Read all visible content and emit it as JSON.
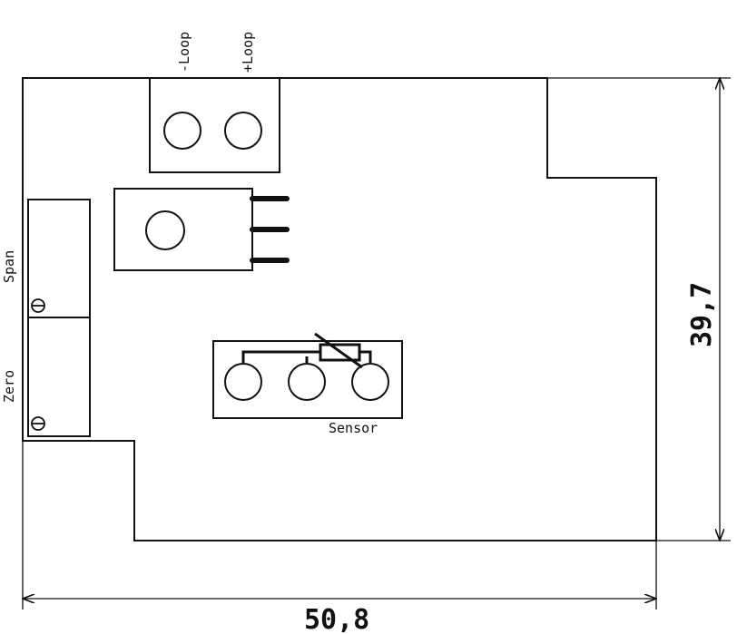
{
  "labels": {
    "minus_loop": "-Loop",
    "plus_loop": "+Loop",
    "span": "Span",
    "zero": "Zero",
    "sensor": "Sensor"
  },
  "dimensions": {
    "width": "50,8",
    "height": "39,7"
  }
}
